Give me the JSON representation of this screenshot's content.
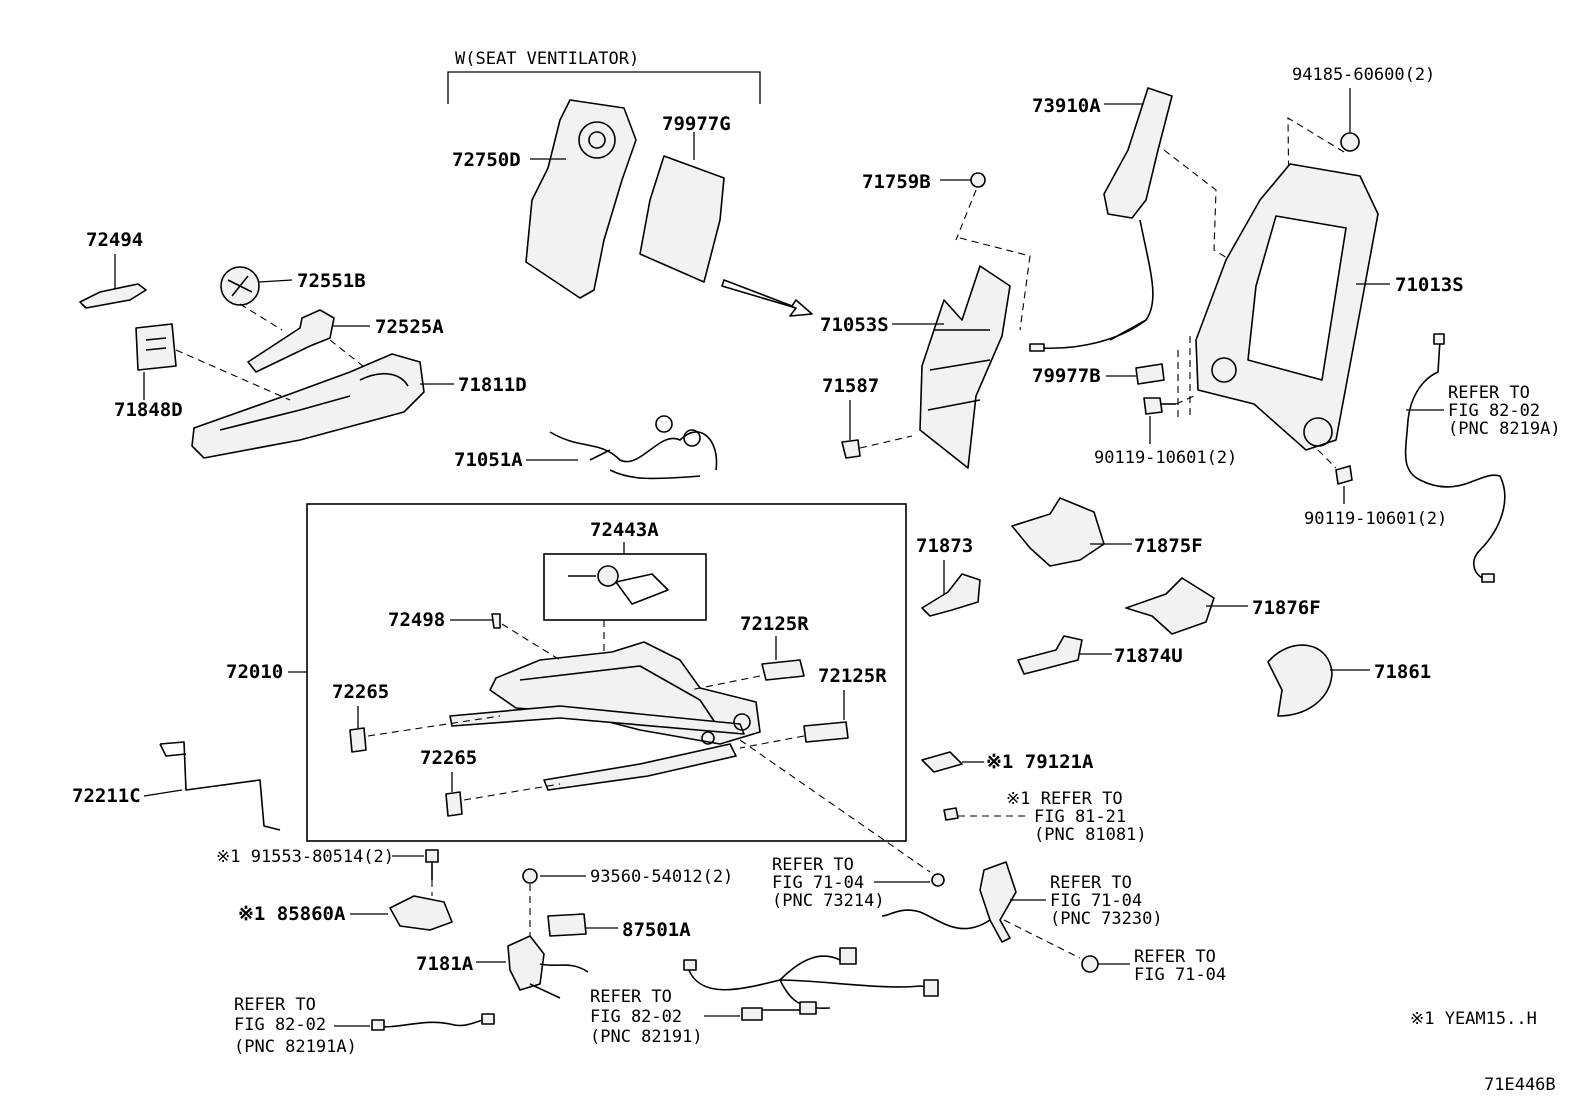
{
  "diagram": {
    "figure_code": "71E446B",
    "footnote": "※1 YEAM15..H",
    "group_header": "W(SEAT VENTILATOR)",
    "part_numbers": {
      "p72494": "72494",
      "p72551B": "72551B",
      "p72525A": "72525A",
      "p71848D": "71848D",
      "p71811D": "71811D",
      "p72750D": "72750D",
      "p79977G": "79977G",
      "p71759B": "71759B",
      "p71053S": "71053S",
      "p73910A": "73910A",
      "p94185": "94185-60600(2)",
      "p71013S": "71013S",
      "p79977B": "79977B",
      "p90119a": "90119-10601(2)",
      "p90119b": "90119-10601(2)",
      "p71587": "71587",
      "p71051A": "71051A",
      "p72443A": "72443A",
      "p72498": "72498",
      "p72125Ra": "72125R",
      "p72125Rb": "72125R",
      "p72010": "72010",
      "p72265a": "72265",
      "p72265b": "72265",
      "p72211C": "72211C",
      "p71873": "71873",
      "p71875F": "71875F",
      "p71876F": "71876F",
      "p71874U": "71874U",
      "p71861": "71861",
      "p79121A": "※1 79121A",
      "p91553": "※1 91553-80514(2)",
      "p85860A": "※1 85860A",
      "p93560": "93560-54012(2)",
      "p87501A": "87501A",
      "p7181A": "7181A"
    },
    "refs": {
      "r1": [
        "REFER TO",
        "FIG 82-02",
        "(PNC 8219A)"
      ],
      "r2": [
        "※1 REFER TO",
        "FIG 81-21",
        "(PNC 81081)"
      ],
      "r3": [
        "REFER TO",
        "FIG 71-04",
        "(PNC 73214)"
      ],
      "r4": [
        "REFER TO",
        "FIG 71-04",
        "(PNC 73230)"
      ],
      "r5": [
        "REFER TO",
        "FIG 71-04"
      ],
      "r6": [
        "REFER TO",
        "FIG 82-02",
        "(PNC 82191A)"
      ],
      "r7": [
        "REFER TO",
        "FIG 82-02",
        "(PNC 82191)"
      ]
    }
  }
}
